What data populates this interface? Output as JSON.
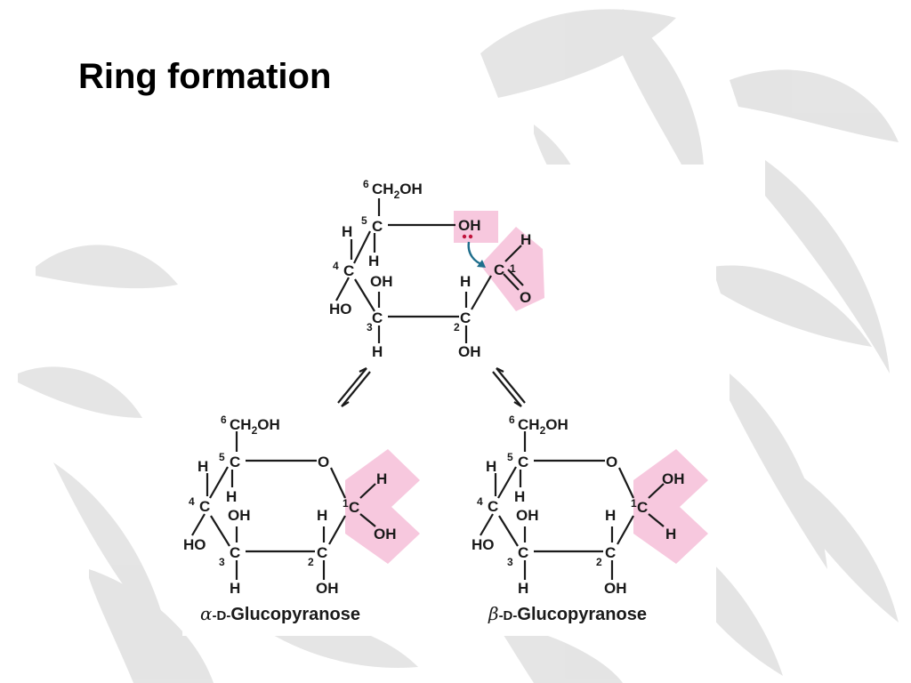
{
  "slide": {
    "title": "Ring formation"
  },
  "molecules": {
    "open": {
      "c6": "CH",
      "c6_sub": "2",
      "c6_tail": "OH",
      "c6_num": "6",
      "c5_num": "5",
      "c4_num": "4",
      "c3_num": "3",
      "c2_num": "2",
      "c1_num": "1",
      "carbon": "C",
      "h": "H",
      "oh": "OH",
      "ho": "HO",
      "o": "O"
    },
    "alpha": {
      "c6": "CH",
      "c6_sub": "2",
      "c6_tail": "OH",
      "c6_num": "6",
      "c5_num": "5",
      "c4_num": "4",
      "c3_num": "3",
      "c2_num": "2",
      "c1_num": "1",
      "carbon": "C",
      "h": "H",
      "oh": "OH",
      "ho": "HO",
      "ring_o": "O",
      "caption_greek": "α",
      "caption_d": "-D-",
      "caption_name": "Glucopyranose"
    },
    "beta": {
      "c6": "CH",
      "c6_sub": "2",
      "c6_tail": "OH",
      "c6_num": "6",
      "c5_num": "5",
      "c4_num": "4",
      "c3_num": "3",
      "c2_num": "2",
      "c1_num": "1",
      "carbon": "C",
      "h": "H",
      "oh": "OH",
      "ho": "HO",
      "ring_o": "O",
      "caption_greek": "β",
      "caption_d": "-D-",
      "caption_name": "Glucopyranose"
    }
  },
  "colors": {
    "highlight": "#f7c8de",
    "arrow": "#1f6e8c",
    "lone_pair": "#c0143c",
    "ink": "#1a1a1a",
    "background_foliage": "#d9d9d9"
  }
}
